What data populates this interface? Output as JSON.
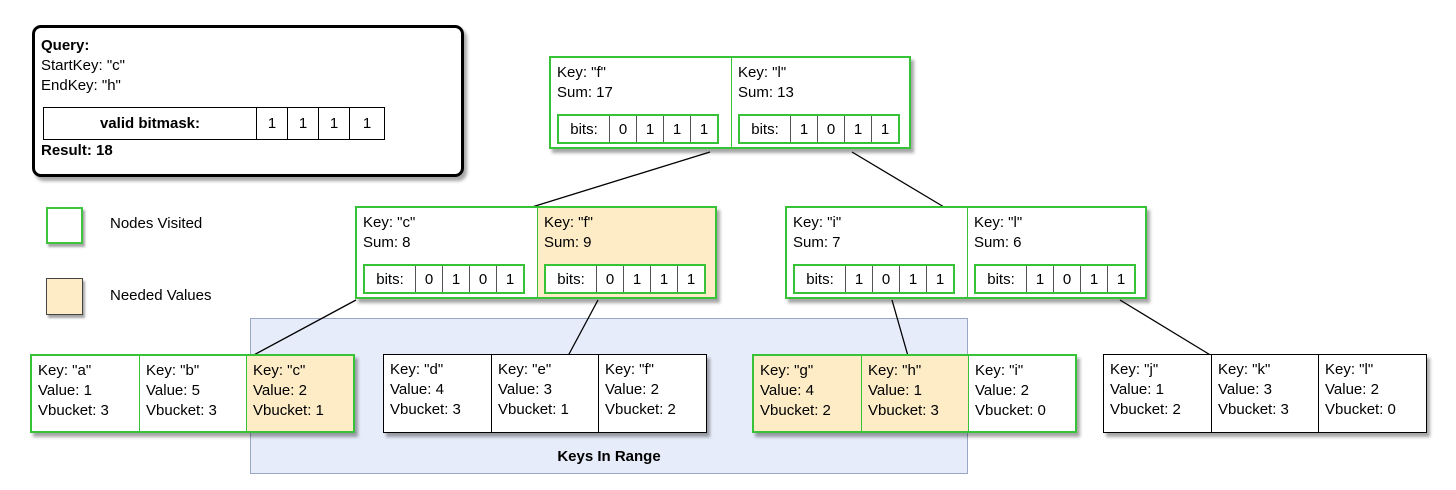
{
  "query": {
    "title": "Query:",
    "start_key": "StartKey: \"c\"",
    "end_key": "EndKey: \"h\"",
    "bitmask_label": "valid bitmask:",
    "bitmask": [
      "1",
      "1",
      "1",
      "1"
    ],
    "result": "Result: 18"
  },
  "legend": {
    "visited": "Nodes Visited",
    "needed": "Needed Values"
  },
  "range_label": "Keys In Range",
  "colors": {
    "visited_border": "#37c237",
    "needed_fill": "#fdecc6",
    "range_fill": "#e7ecfa"
  },
  "root": {
    "left": {
      "key": "Key: \"f\"",
      "sum": "Sum: 17",
      "bits_label": "bits:",
      "bits": [
        "0",
        "1",
        "1",
        "1"
      ]
    },
    "right": {
      "key": "Key: \"l\"",
      "sum": "Sum: 13",
      "bits_label": "bits:",
      "bits": [
        "1",
        "0",
        "1",
        "1"
      ]
    }
  },
  "mid_left": {
    "left": {
      "key": "Key: \"c\"",
      "sum": "Sum: 8",
      "bits_label": "bits:",
      "bits": [
        "0",
        "1",
        "0",
        "1"
      ]
    },
    "right": {
      "key": "Key: \"f\"",
      "sum": "Sum: 9",
      "bits_label": "bits:",
      "bits": [
        "0",
        "1",
        "1",
        "1"
      ]
    }
  },
  "mid_right": {
    "left": {
      "key": "Key: \"i\"",
      "sum": "Sum: 7",
      "bits_label": "bits:",
      "bits": [
        "1",
        "0",
        "1",
        "1"
      ]
    },
    "right": {
      "key": "Key: \"l\"",
      "sum": "Sum: 6",
      "bits_label": "bits:",
      "bits": [
        "1",
        "0",
        "1",
        "1"
      ]
    }
  },
  "leaves": [
    [
      {
        "key": "Key: \"a\"",
        "value": "Value: 1",
        "vbucket": "Vbucket: 3"
      },
      {
        "key": "Key: \"b\"",
        "value": "Value: 5",
        "vbucket": "Vbucket: 3"
      },
      {
        "key": "Key: \"c\"",
        "value": "Value: 2",
        "vbucket": "Vbucket: 1"
      }
    ],
    [
      {
        "key": "Key: \"d\"",
        "value": "Value: 4",
        "vbucket": "Vbucket: 3"
      },
      {
        "key": "Key: \"e\"",
        "value": "Value: 3",
        "vbucket": "Vbucket: 1"
      },
      {
        "key": "Key: \"f\"",
        "value": "Value: 2",
        "vbucket": "Vbucket: 2"
      }
    ],
    [
      {
        "key": "Key: \"g\"",
        "value": "Value: 4",
        "vbucket": "Vbucket: 2"
      },
      {
        "key": "Key: \"h\"",
        "value": "Value: 1",
        "vbucket": "Vbucket: 3"
      },
      {
        "key": "Key: \"i\"",
        "value": "Value: 2",
        "vbucket": "Vbucket: 0"
      }
    ],
    [
      {
        "key": "Key: \"j\"",
        "value": "Value: 1",
        "vbucket": "Vbucket: 2"
      },
      {
        "key": "Key: \"k\"",
        "value": "Value: 3",
        "vbucket": "Vbucket: 3"
      },
      {
        "key": "Key: \"l\"",
        "value": "Value: 2",
        "vbucket": "Vbucket: 0"
      }
    ]
  ]
}
